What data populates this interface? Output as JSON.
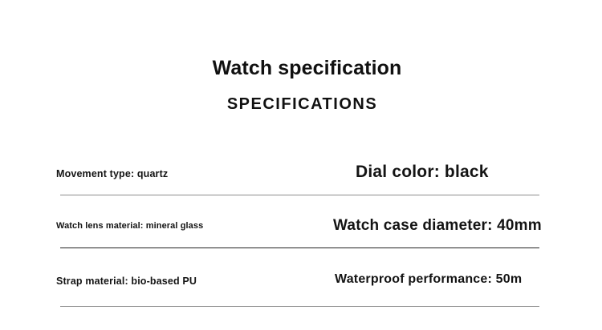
{
  "document": {
    "title": "Watch specification",
    "subtitle": "SPECIFICATIONS"
  },
  "specs": {
    "rows": [
      {
        "left": {
          "label": "Movement type: quartz"
        },
        "right": {
          "label": "Dial color: black"
        },
        "divider_color": "#8c8c8c"
      },
      {
        "left": {
          "label": "Watch lens material: mineral glass"
        },
        "right": {
          "label": "Watch case diameter: 40mm"
        },
        "divider_color": "#222222"
      },
      {
        "left": {
          "label": "Strap material: bio-based PU"
        },
        "right": {
          "label": "Waterproof performance: 50m"
        },
        "divider_color": "#8c8c8c"
      }
    ]
  },
  "theme": {
    "background": "#ffffff",
    "text_color": "#141414",
    "heading_color": "#111111"
  }
}
